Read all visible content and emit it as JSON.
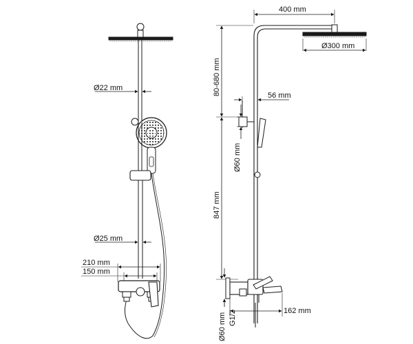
{
  "dimensions": {
    "overhead_arm_length": "400 mm",
    "rain_head_diameter": "Ø300 mm",
    "riser_adjust_range": "80-680 mm",
    "upper_pipe_diameter": "Ø22 mm",
    "holder_offset": "56 mm",
    "holder_diameter": "Ø60 mm",
    "riser_height": "847 mm",
    "lower_pipe_diameter": "Ø25 mm",
    "mixer_width_outer": "210 mm",
    "mixer_width_inner": "150 mm",
    "spout_length": "162 mm",
    "escutcheon_diameter": "Ø60 mm",
    "inlet_thread": "G1/2"
  },
  "colors": {
    "line": "#1a1a1a",
    "background": "#ffffff"
  }
}
